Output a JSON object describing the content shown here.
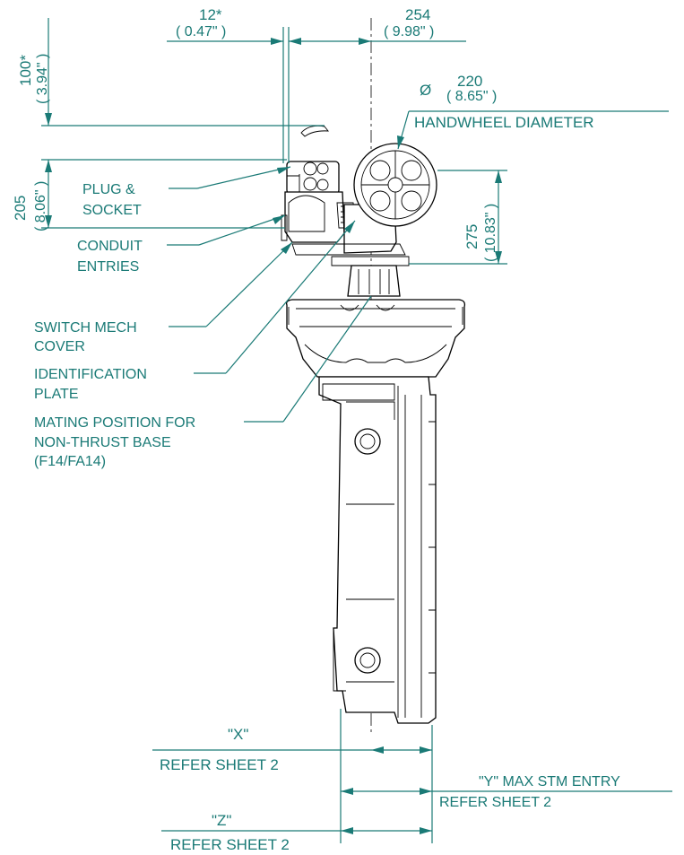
{
  "dimensions": {
    "d12": {
      "value": "12*",
      "inch": "( 0.47\" )"
    },
    "d254": {
      "value": "254",
      "inch": "( 9.98\" )"
    },
    "d100": {
      "value": "100*",
      "inch": "( 3.94\" )"
    },
    "d205": {
      "value": "205",
      "inch": "( 8.06\" )"
    },
    "d275": {
      "value": "275",
      "inch": "( 10.83\" )"
    },
    "d220": {
      "symbol": "Ø",
      "value": "220",
      "inch": "( 8.65\" )",
      "caption": "HANDWHEEL DIAMETER"
    }
  },
  "callouts": {
    "plug_socket": [
      "PLUG &",
      "SOCKET"
    ],
    "conduit": [
      "CONDUIT",
      "ENTRIES"
    ],
    "switch_mech": [
      "SWITCH MECH",
      "COVER"
    ],
    "identification": [
      "IDENTIFICATION",
      "PLATE"
    ],
    "mating": [
      "MATING POSITION FOR",
      "NON-THRUST BASE",
      "(F14/FA14)"
    ]
  },
  "references": {
    "x": {
      "label": "\"X\"",
      "note": "REFER SHEET 2"
    },
    "y": {
      "label": "\"Y\"   MAX STM ENTRY",
      "note": "REFER SHEET 2"
    },
    "z": {
      "label": "\"Z\"",
      "note": "REFER SHEET 2"
    }
  },
  "colors": {
    "dimension": "#1a7a76",
    "outline": "#000000"
  }
}
